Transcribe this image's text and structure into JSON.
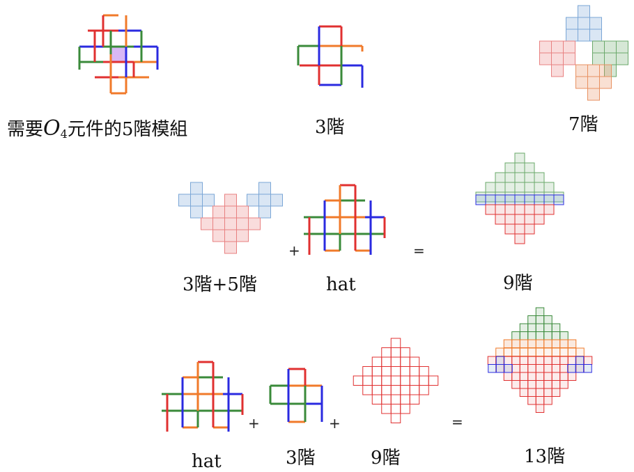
{
  "labels": {
    "five_module_prefix": "需要",
    "five_module_symbol": "O",
    "five_module_subscript": "4",
    "five_module_suffix": "元件的5階模組",
    "order3_a": "3階",
    "order7": "7階",
    "order3_plus_5": "3階+5階",
    "hat_a": "hat",
    "order9_a": "9階",
    "hat_b": "hat",
    "order3_b": "3階",
    "order9_b": "9階",
    "order13": "13階"
  },
  "operators": {
    "plus": "+",
    "equals": "="
  },
  "colors": {
    "red": "#e03030",
    "orange": "#f07a2a",
    "green": "#3a8a3a",
    "blue": "#2a2ae0",
    "purple": "#b070e0",
    "light_blue": "#7aa6d6",
    "light_red": "#e88080",
    "light_green": "#6aa86a",
    "light_orange": "#e89060"
  }
}
